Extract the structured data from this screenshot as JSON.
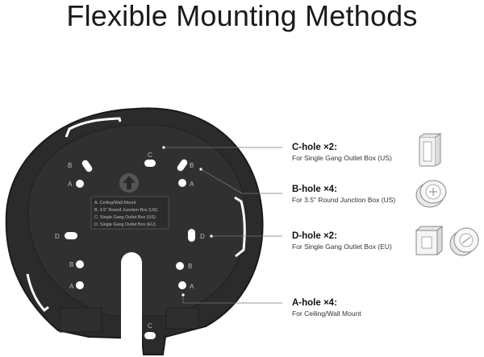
{
  "title": "Flexible Mounting Methods",
  "plate": {
    "legend": [
      "A. Ceiling/Wall Mount",
      "B. 3.5\" Round Junction Box (US)",
      "C. Single Gang Outlet Box (US)",
      "D. Single Gang Outlet Box (EU)"
    ],
    "hole_letters": {
      "c_top": "C",
      "b_left": "B",
      "a_left": "A",
      "b_right": "B",
      "a_right": "A",
      "d_left": "D",
      "d_right": "D",
      "b_low_left": "B",
      "a_low_left": "A",
      "b_low_right": "B",
      "a_low_right": "A",
      "c_bottom": "C"
    }
  },
  "callouts": [
    {
      "head": "C-hole ×2:",
      "sub": "For Single Gang Outlet Box (US)",
      "icons": [
        "single-gang-us-box-icon"
      ]
    },
    {
      "head": "B-hole ×4:",
      "sub": "For 3.5\" Round Junction Box (US)",
      "icons": [
        "round-junction-box-icon"
      ]
    },
    {
      "head": "D-hole ×2:",
      "sub": "For Single Gang Outlet Box (EU)",
      "icons": [
        "square-eu-box-icon",
        "round-eu-box-icon"
      ]
    },
    {
      "head": "A-hole ×4:",
      "sub": "For Ceiling/Wall Mount",
      "icons": []
    }
  ],
  "colors": {
    "plate": "#2b2b2b",
    "plate_inner": "#333333",
    "plate_edge": "#1a1a1a",
    "marking": "#bdbdbd",
    "leader": "#777777"
  }
}
